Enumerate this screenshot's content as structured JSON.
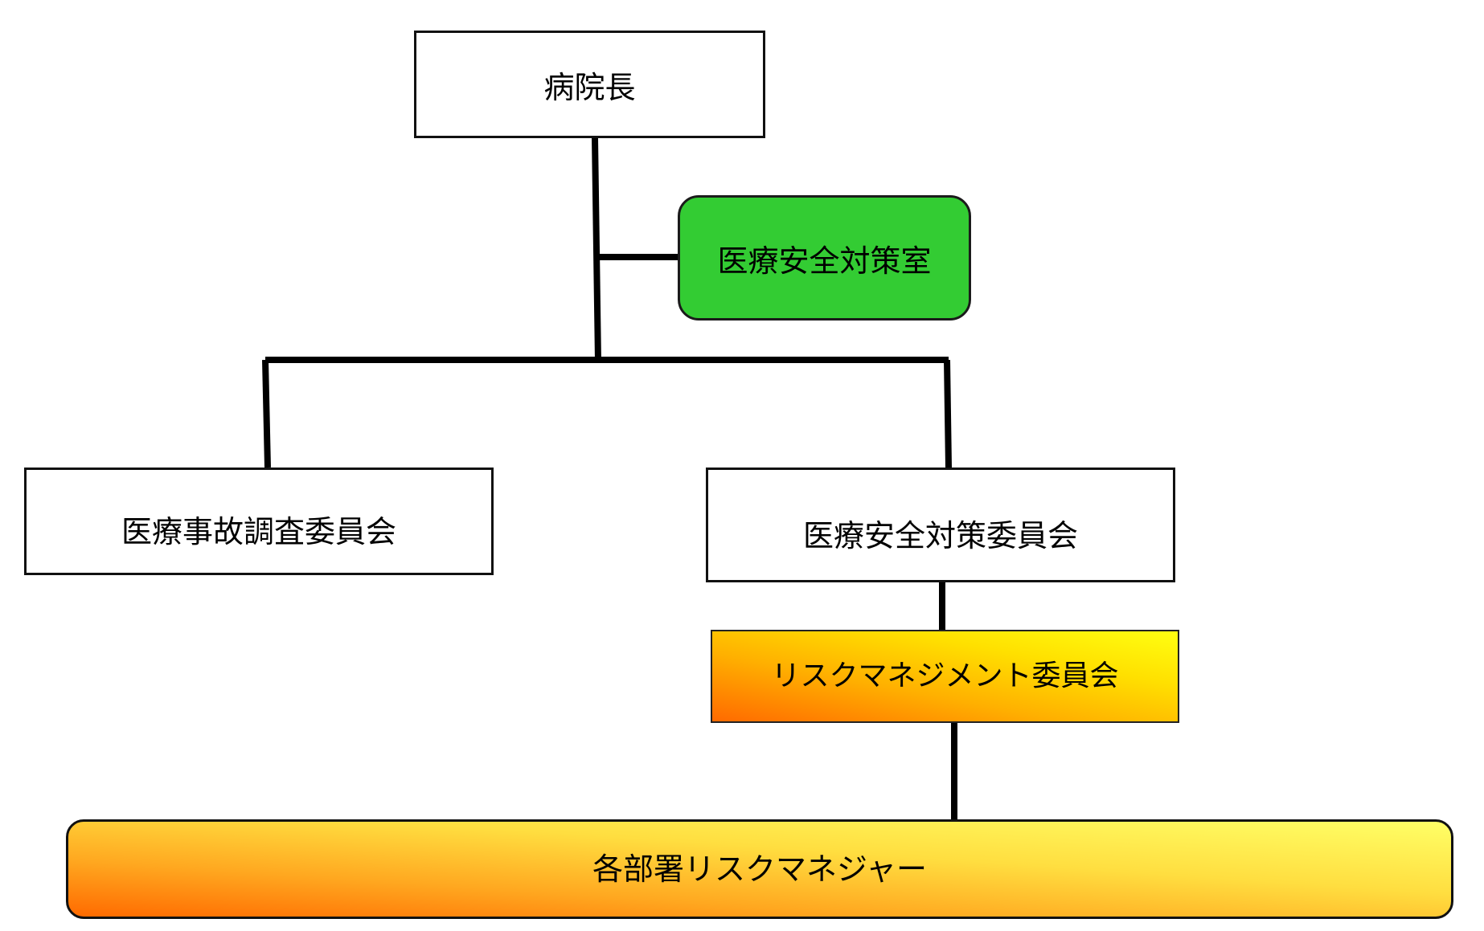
{
  "nodes": {
    "director": "病院長",
    "safety_office": "医療安全対策室",
    "accident_committee": "医療事故調査委員会",
    "safety_committee": "医療安全対策委員会",
    "risk_committee": "リスクマネジメント委員会",
    "risk_managers": "各部署リスクマネジャー"
  },
  "colors": {
    "connector": "#000000",
    "safety_office_fill": "#33cc33",
    "risk_gradient_start": "#ff6a00",
    "risk_gradient_end": "#ffff11"
  }
}
